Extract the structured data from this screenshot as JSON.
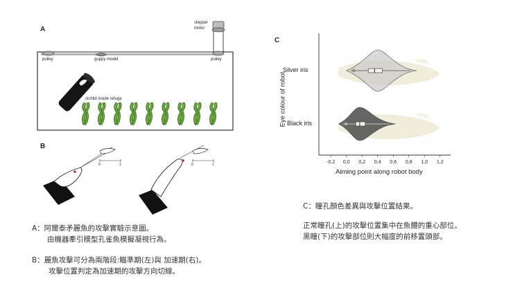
{
  "panel_a": {
    "letter": "A",
    "stepper_motor_label_1": "stepper",
    "stepper_motor_label_2": "motor",
    "pulley_left": "pulley",
    "pulley_right": "pulley",
    "guppy_model": "guppy model",
    "cichlid_refuge": "cichlid inside refuge"
  },
  "panel_b": {
    "letter": "B",
    "tick_0": "0",
    "tick_1": "1"
  },
  "panel_c": {
    "letter": "C"
  },
  "chart_data": {
    "type": "violin",
    "xlabel": "Aiming point along robot body",
    "ylabel": "Eye colour of robot",
    "categories": [
      "Silver iris",
      "Black iris"
    ],
    "xticks": [
      "-0,2",
      "0,0",
      "0,2",
      "0,4",
      "0,6",
      "0,8",
      "1,0",
      "1,2"
    ],
    "xlim": [
      -0.3,
      1.3
    ],
    "series": [
      {
        "name": "Silver iris",
        "median": 0.36,
        "q1": 0.28,
        "q3": 0.46,
        "whisker_low": 0.05,
        "whisker_high": 0.82,
        "peak": 0.4,
        "color": "#c9c9c9"
      },
      {
        "name": "Black iris",
        "median": 0.17,
        "q1": 0.12,
        "q3": 0.24,
        "whisker_low": -0.05,
        "whisker_high": 0.55,
        "peak": 0.17,
        "color": "#555555"
      }
    ]
  },
  "captions": {
    "a_line1": "A：阿爾泰矛麗魚的攻擊實驗示意圖。",
    "a_line2": "由機器牽引模型孔雀魚模擬凝視行為。",
    "b_line1": "B：麗魚攻擊可分為兩階段:瞄準期(左)與  加速期(右)。",
    "b_line2": "攻擊位置判定為加速期的攻擊方向切線。",
    "c_line1": "C：瞳孔顏色差異與攻擊位置結果。",
    "c_line2": "正常瞳孔(上)的攻擊位置集中在魚體的重心部位。",
    "c_line3": "黑瞳(下)的攻擊部位則大幅度的前移置頭部。"
  }
}
